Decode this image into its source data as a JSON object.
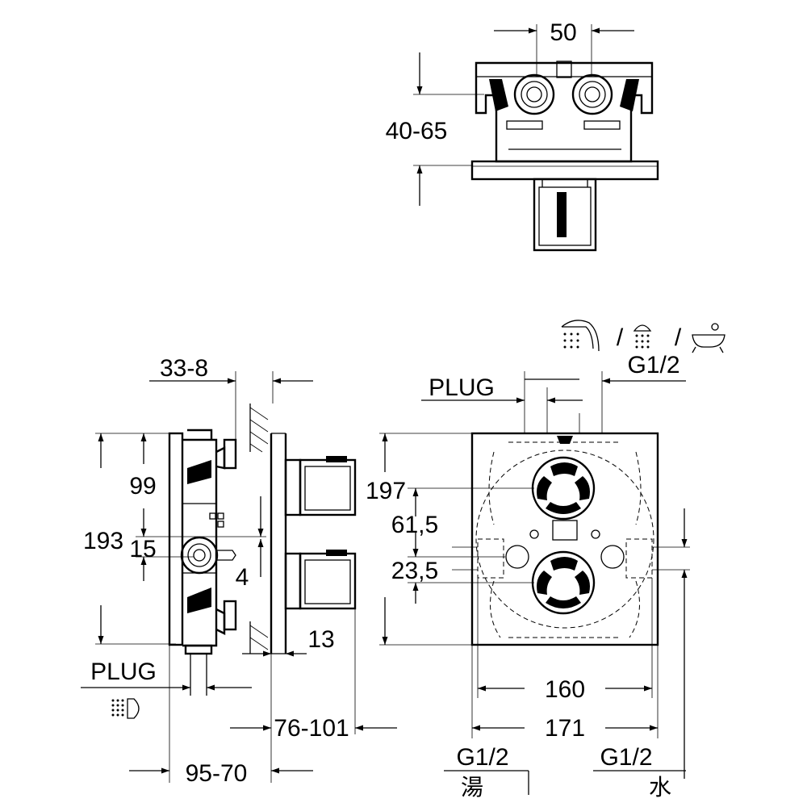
{
  "top_view": {
    "width_dim": "50",
    "depth_dim": "40-65"
  },
  "side_view": {
    "dims": {
      "wall_dim": "33-8",
      "d99": "99",
      "d193": "193",
      "d15": "15",
      "d4": "4",
      "d13": "13",
      "d76_101": "76-101",
      "d95_70": "95-70"
    },
    "plug_label": "PLUG"
  },
  "front_view": {
    "plug_label": "PLUG",
    "outlet_thread": "G1/2",
    "separator": "/",
    "dims": {
      "d197": "197",
      "d61_5": "61,5",
      "d23_5": "23,5",
      "d160": "160",
      "d171": "171"
    },
    "hot_thread": "G1/2",
    "hot_label": "湯",
    "cold_thread": "G1/2",
    "cold_label": "水"
  },
  "icons": [
    "bath-spout-icon",
    "shower-head-icon",
    "bathtub-icon",
    "hand-shower-icon"
  ]
}
